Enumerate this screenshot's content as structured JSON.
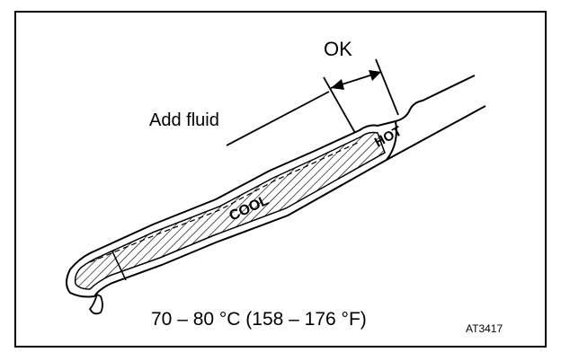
{
  "labels": {
    "ok": "OK",
    "add_fluid": "Add fluid",
    "hot": "HOT",
    "cool": "COOL",
    "temperature": "70 – 80 °C (158 – 176 °F)",
    "figure_code": "AT3417"
  },
  "colors": {
    "ink": "#000000",
    "paper": "#ffffff"
  }
}
